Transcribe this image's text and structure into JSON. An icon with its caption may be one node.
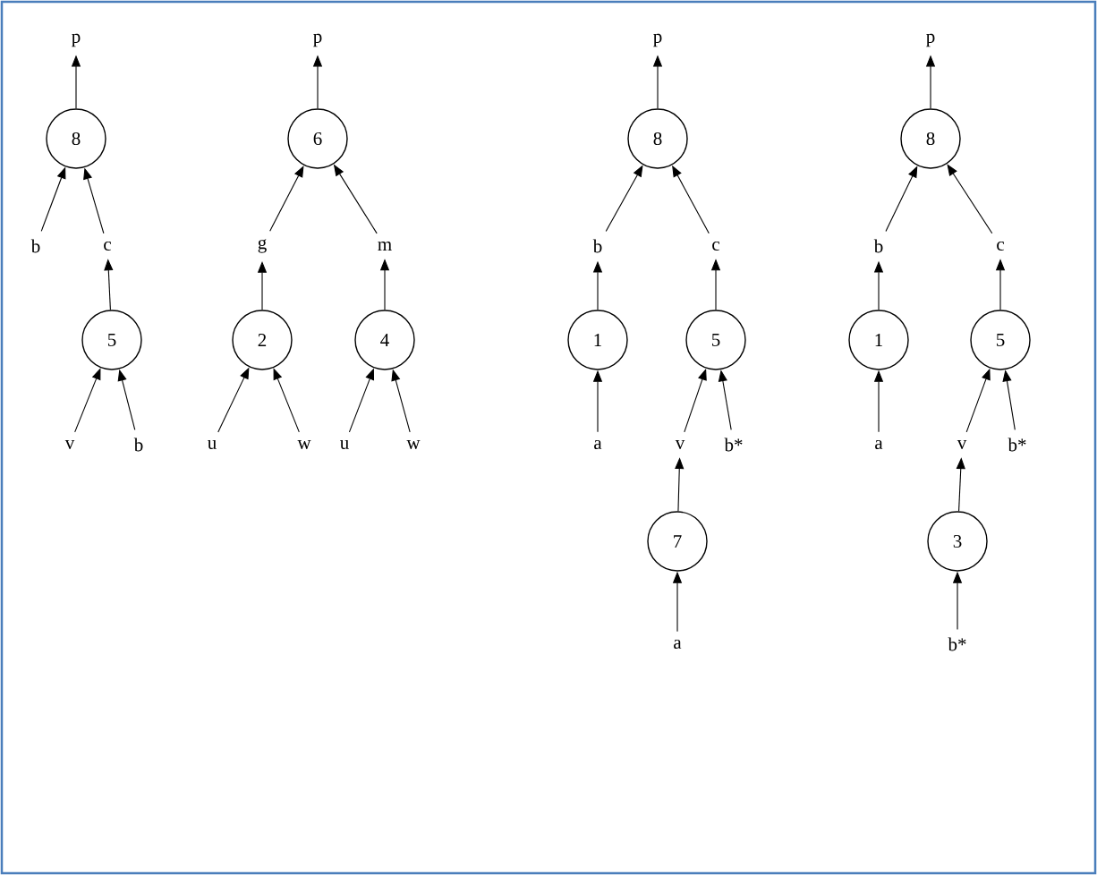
{
  "diagram": {
    "nodes": [
      {
        "text": [
          "p"
        ]
      },
      {
        "text": [
          "8"
        ]
      },
      {
        "text": [
          "b"
        ]
      },
      {
        "text": [
          "c"
        ]
      },
      {
        "text": [
          "5"
        ]
      },
      {
        "text": [
          "v"
        ]
      },
      {
        "text": [
          "b"
        ]
      },
      {
        "text": [
          "p"
        ]
      },
      {
        "text": [
          "6"
        ]
      },
      {
        "text": [
          "g"
        ]
      },
      {
        "text": [
          "m"
        ]
      },
      {
        "text": [
          "2"
        ]
      },
      {
        "text": [
          "u"
        ]
      },
      {
        "text": [
          "w"
        ]
      },
      {
        "text": [
          "4"
        ]
      },
      {
        "text": [
          "u"
        ]
      },
      {
        "text": [
          "w"
        ]
      },
      {
        "text": [
          "p"
        ]
      },
      {
        "text": [
          "8"
        ]
      },
      {
        "text": [
          "b"
        ]
      },
      {
        "text": [
          "c"
        ]
      },
      {
        "text": [
          "1"
        ]
      },
      {
        "text": [
          "a"
        ]
      },
      {
        "text": [
          "5"
        ]
      },
      {
        "text": [
          "v"
        ]
      },
      {
        "text": [
          "b*"
        ]
      },
      {
        "text": [
          "7"
        ]
      },
      {
        "text": [
          "a"
        ]
      },
      {
        "text": [
          "p"
        ]
      },
      {
        "text": [
          "8"
        ]
      },
      {
        "text": [
          "b"
        ]
      },
      {
        "text": [
          "c"
        ]
      },
      {
        "text": [
          "1"
        ]
      },
      {
        "text": [
          "a"
        ]
      },
      {
        "text": [
          "5"
        ]
      },
      {
        "text": [
          "v"
        ]
      },
      {
        "text": [
          "b*"
        ]
      },
      {
        "text": [
          "3"
        ]
      },
      {
        "text": [
          "b*"
        ]
      }
    ],
    "edges": [
      {
        "from": 1,
        "to": 0,
        "arrow": "to"
      },
      {
        "from": 2,
        "to": 1,
        "arrow": "to"
      },
      {
        "from": 3,
        "to": 1,
        "arrow": "to"
      },
      {
        "from": 4,
        "to": 3,
        "arrow": "to"
      },
      {
        "from": 5,
        "to": 4,
        "arrow": "to"
      },
      {
        "from": 6,
        "to": 4,
        "arrow": "to"
      },
      {
        "from": 8,
        "to": 7,
        "arrow": "to"
      },
      {
        "from": 9,
        "to": 8,
        "arrow": "to"
      },
      {
        "from": 10,
        "to": 8,
        "arrow": "to"
      },
      {
        "from": 11,
        "to": 9,
        "arrow": "to"
      },
      {
        "from": 12,
        "to": 11,
        "arrow": "to"
      },
      {
        "from": 13,
        "to": 11,
        "arrow": "to"
      },
      {
        "from": 14,
        "to": 10,
        "arrow": "to"
      },
      {
        "from": 15,
        "to": 14,
        "arrow": "to"
      },
      {
        "from": 16,
        "to": 14,
        "arrow": "to"
      },
      {
        "from": 18,
        "to": 17,
        "arrow": "to"
      },
      {
        "from": 19,
        "to": 18,
        "arrow": "to"
      },
      {
        "from": 20,
        "to": 18,
        "arrow": "to"
      },
      {
        "from": 21,
        "to": 19,
        "arrow": "to"
      },
      {
        "from": 22,
        "to": 21,
        "arrow": "to"
      },
      {
        "from": 23,
        "to": 20,
        "arrow": "to"
      },
      {
        "from": 24,
        "to": 23,
        "arrow": "to"
      },
      {
        "from": 25,
        "to": 23,
        "arrow": "to"
      },
      {
        "from": 26,
        "to": 24,
        "arrow": "to"
      },
      {
        "from": 27,
        "to": 26,
        "arrow": "to"
      },
      {
        "from": 29,
        "to": 28,
        "arrow": "to"
      },
      {
        "from": 30,
        "to": 29,
        "arrow": "to"
      },
      {
        "from": 31,
        "to": 29,
        "arrow": "to"
      },
      {
        "from": 32,
        "to": 30,
        "arrow": "to"
      },
      {
        "from": 33,
        "to": 32,
        "arrow": "to"
      },
      {
        "from": 34,
        "to": 31,
        "arrow": "to"
      },
      {
        "from": 35,
        "to": 34,
        "arrow": "to"
      },
      {
        "from": 36,
        "to": 34,
        "arrow": "to"
      },
      {
        "from": 37,
        "to": 35,
        "arrow": "to"
      },
      {
        "from": 38,
        "to": 37,
        "arrow": "to"
      }
    ]
  }
}
